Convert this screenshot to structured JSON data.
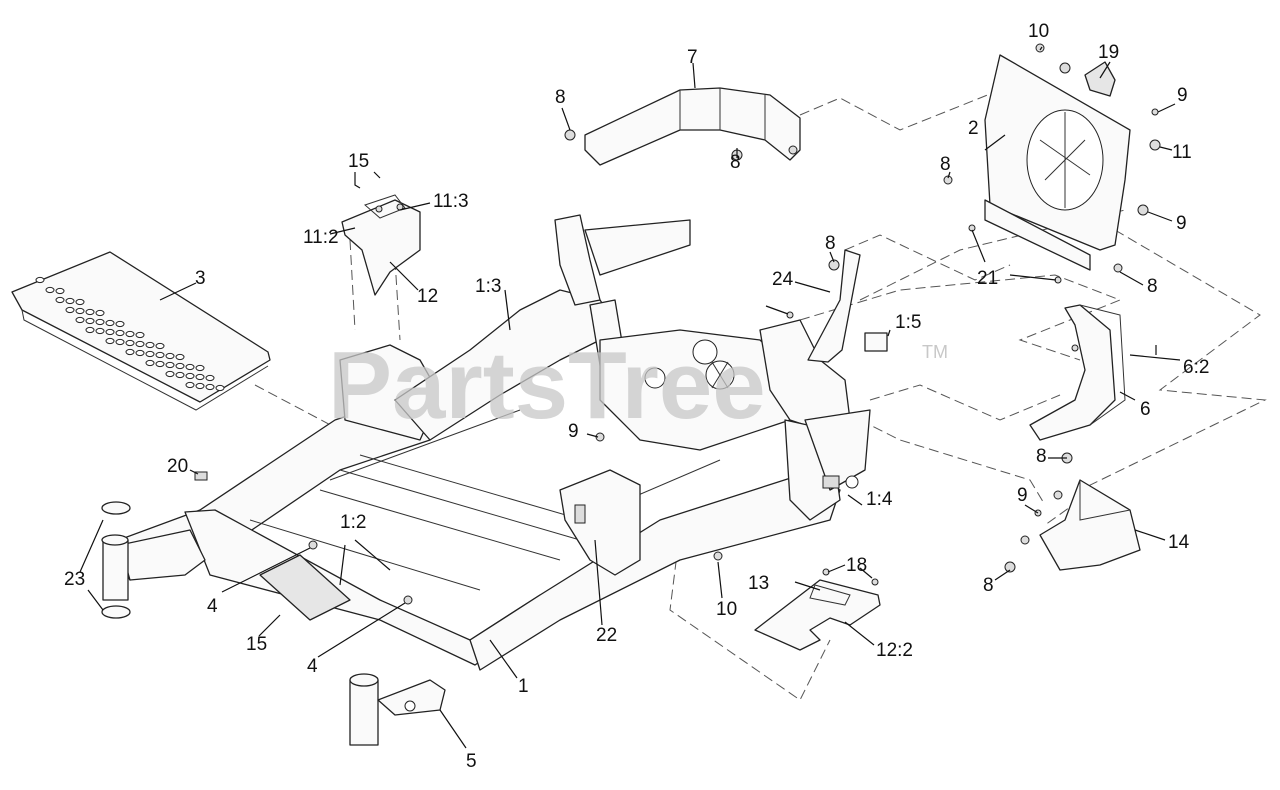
{
  "watermark": {
    "text": "PartsTree",
    "tm": "TM",
    "color": "#c8c8c8"
  },
  "callouts": [
    {
      "id": "c1",
      "text": "1"
    },
    {
      "id": "c1-2",
      "text": "1:2"
    },
    {
      "id": "c1-3",
      "text": "1:3"
    },
    {
      "id": "c1-4",
      "text": "1:4"
    },
    {
      "id": "c1-5",
      "text": "1:5"
    },
    {
      "id": "c2",
      "text": "2"
    },
    {
      "id": "c3",
      "text": "3"
    },
    {
      "id": "c4a",
      "text": "4"
    },
    {
      "id": "c4b",
      "text": "4"
    },
    {
      "id": "c5",
      "text": "5"
    },
    {
      "id": "c6",
      "text": "6"
    },
    {
      "id": "c6-2",
      "text": "6:2"
    },
    {
      "id": "c7",
      "text": "7"
    },
    {
      "id": "c8a",
      "text": "8"
    },
    {
      "id": "c8b",
      "text": "8"
    },
    {
      "id": "c8c",
      "text": "8"
    },
    {
      "id": "c8d",
      "text": "8"
    },
    {
      "id": "c8e",
      "text": "8"
    },
    {
      "id": "c8f",
      "text": "8"
    },
    {
      "id": "c8g",
      "text": "8"
    },
    {
      "id": "c9a",
      "text": "9"
    },
    {
      "id": "c9b",
      "text": "9"
    },
    {
      "id": "c9c",
      "text": "9"
    },
    {
      "id": "c9d",
      "text": "9"
    },
    {
      "id": "c10a",
      "text": "10"
    },
    {
      "id": "c10b",
      "text": "10"
    },
    {
      "id": "c11",
      "text": "11"
    },
    {
      "id": "c11-2",
      "text": "11:2"
    },
    {
      "id": "c11-3",
      "text": "11:3"
    },
    {
      "id": "c12",
      "text": "12"
    },
    {
      "id": "c12-2",
      "text": "12:2"
    },
    {
      "id": "c13",
      "text": "13"
    },
    {
      "id": "c14",
      "text": "14"
    },
    {
      "id": "c15a",
      "text": "15"
    },
    {
      "id": "c15b",
      "text": "15"
    },
    {
      "id": "c18",
      "text": "18"
    },
    {
      "id": "c19",
      "text": "19"
    },
    {
      "id": "c20",
      "text": "20"
    },
    {
      "id": "c21",
      "text": "21"
    },
    {
      "id": "c22",
      "text": "22"
    },
    {
      "id": "c23",
      "text": "23"
    },
    {
      "id": "c24",
      "text": "24"
    }
  ]
}
